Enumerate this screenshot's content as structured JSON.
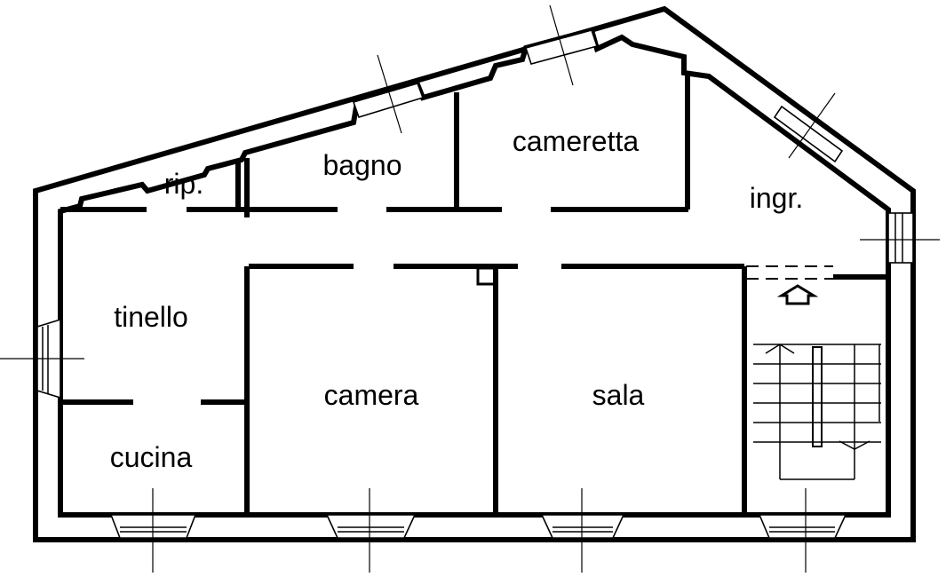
{
  "rooms": {
    "rip": "rip.",
    "bagno": "bagno",
    "cameretta": "cameretta",
    "ingr": "ingr.",
    "tinello": "tinello",
    "camera": "camera",
    "sala": "sala",
    "cucina": "cucina"
  }
}
